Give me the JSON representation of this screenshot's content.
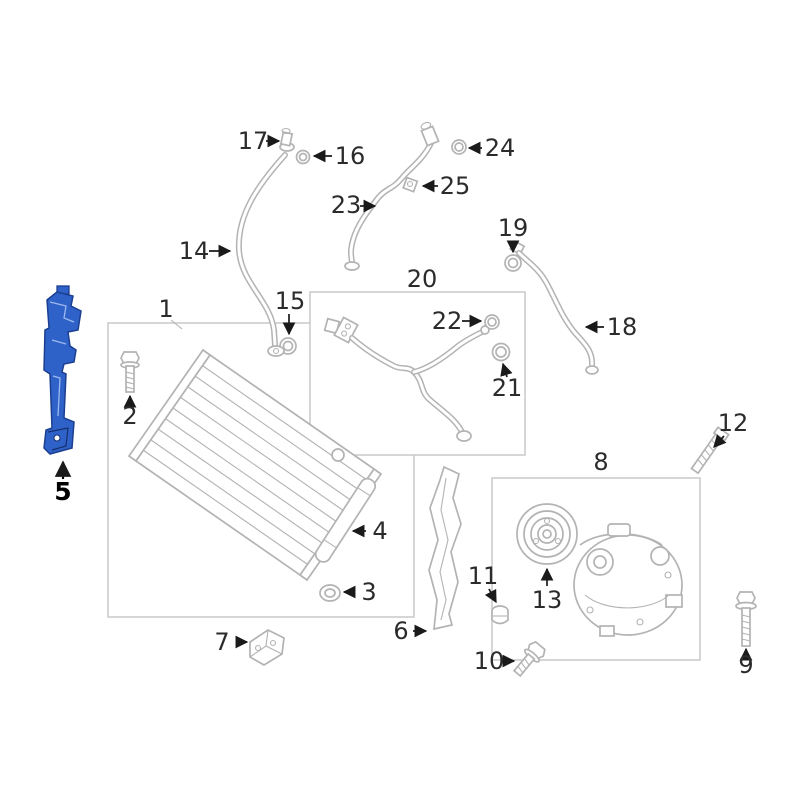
{
  "callouts": {
    "c1": "1",
    "c2": "2",
    "c3": "3",
    "c4": "4",
    "c5": "5",
    "c6": "6",
    "c7": "7",
    "c8": "8",
    "c9": "9",
    "c10": "10",
    "c11": "11",
    "c12": "12",
    "c13": "13",
    "c14": "14",
    "c15": "15",
    "c16": "16",
    "c17": "17",
    "c18": "18",
    "c19": "19",
    "c20": "20",
    "c21": "21",
    "c22": "22",
    "c23": "23",
    "c24": "24",
    "c25": "25"
  },
  "colors": {
    "highlight": "#2e62c9",
    "highlight_outline": "#1c3f8f",
    "line": "#b3b3b3",
    "group_box": "#c9c9c9",
    "label": "#2b2b2b",
    "background": "#ffffff"
  }
}
